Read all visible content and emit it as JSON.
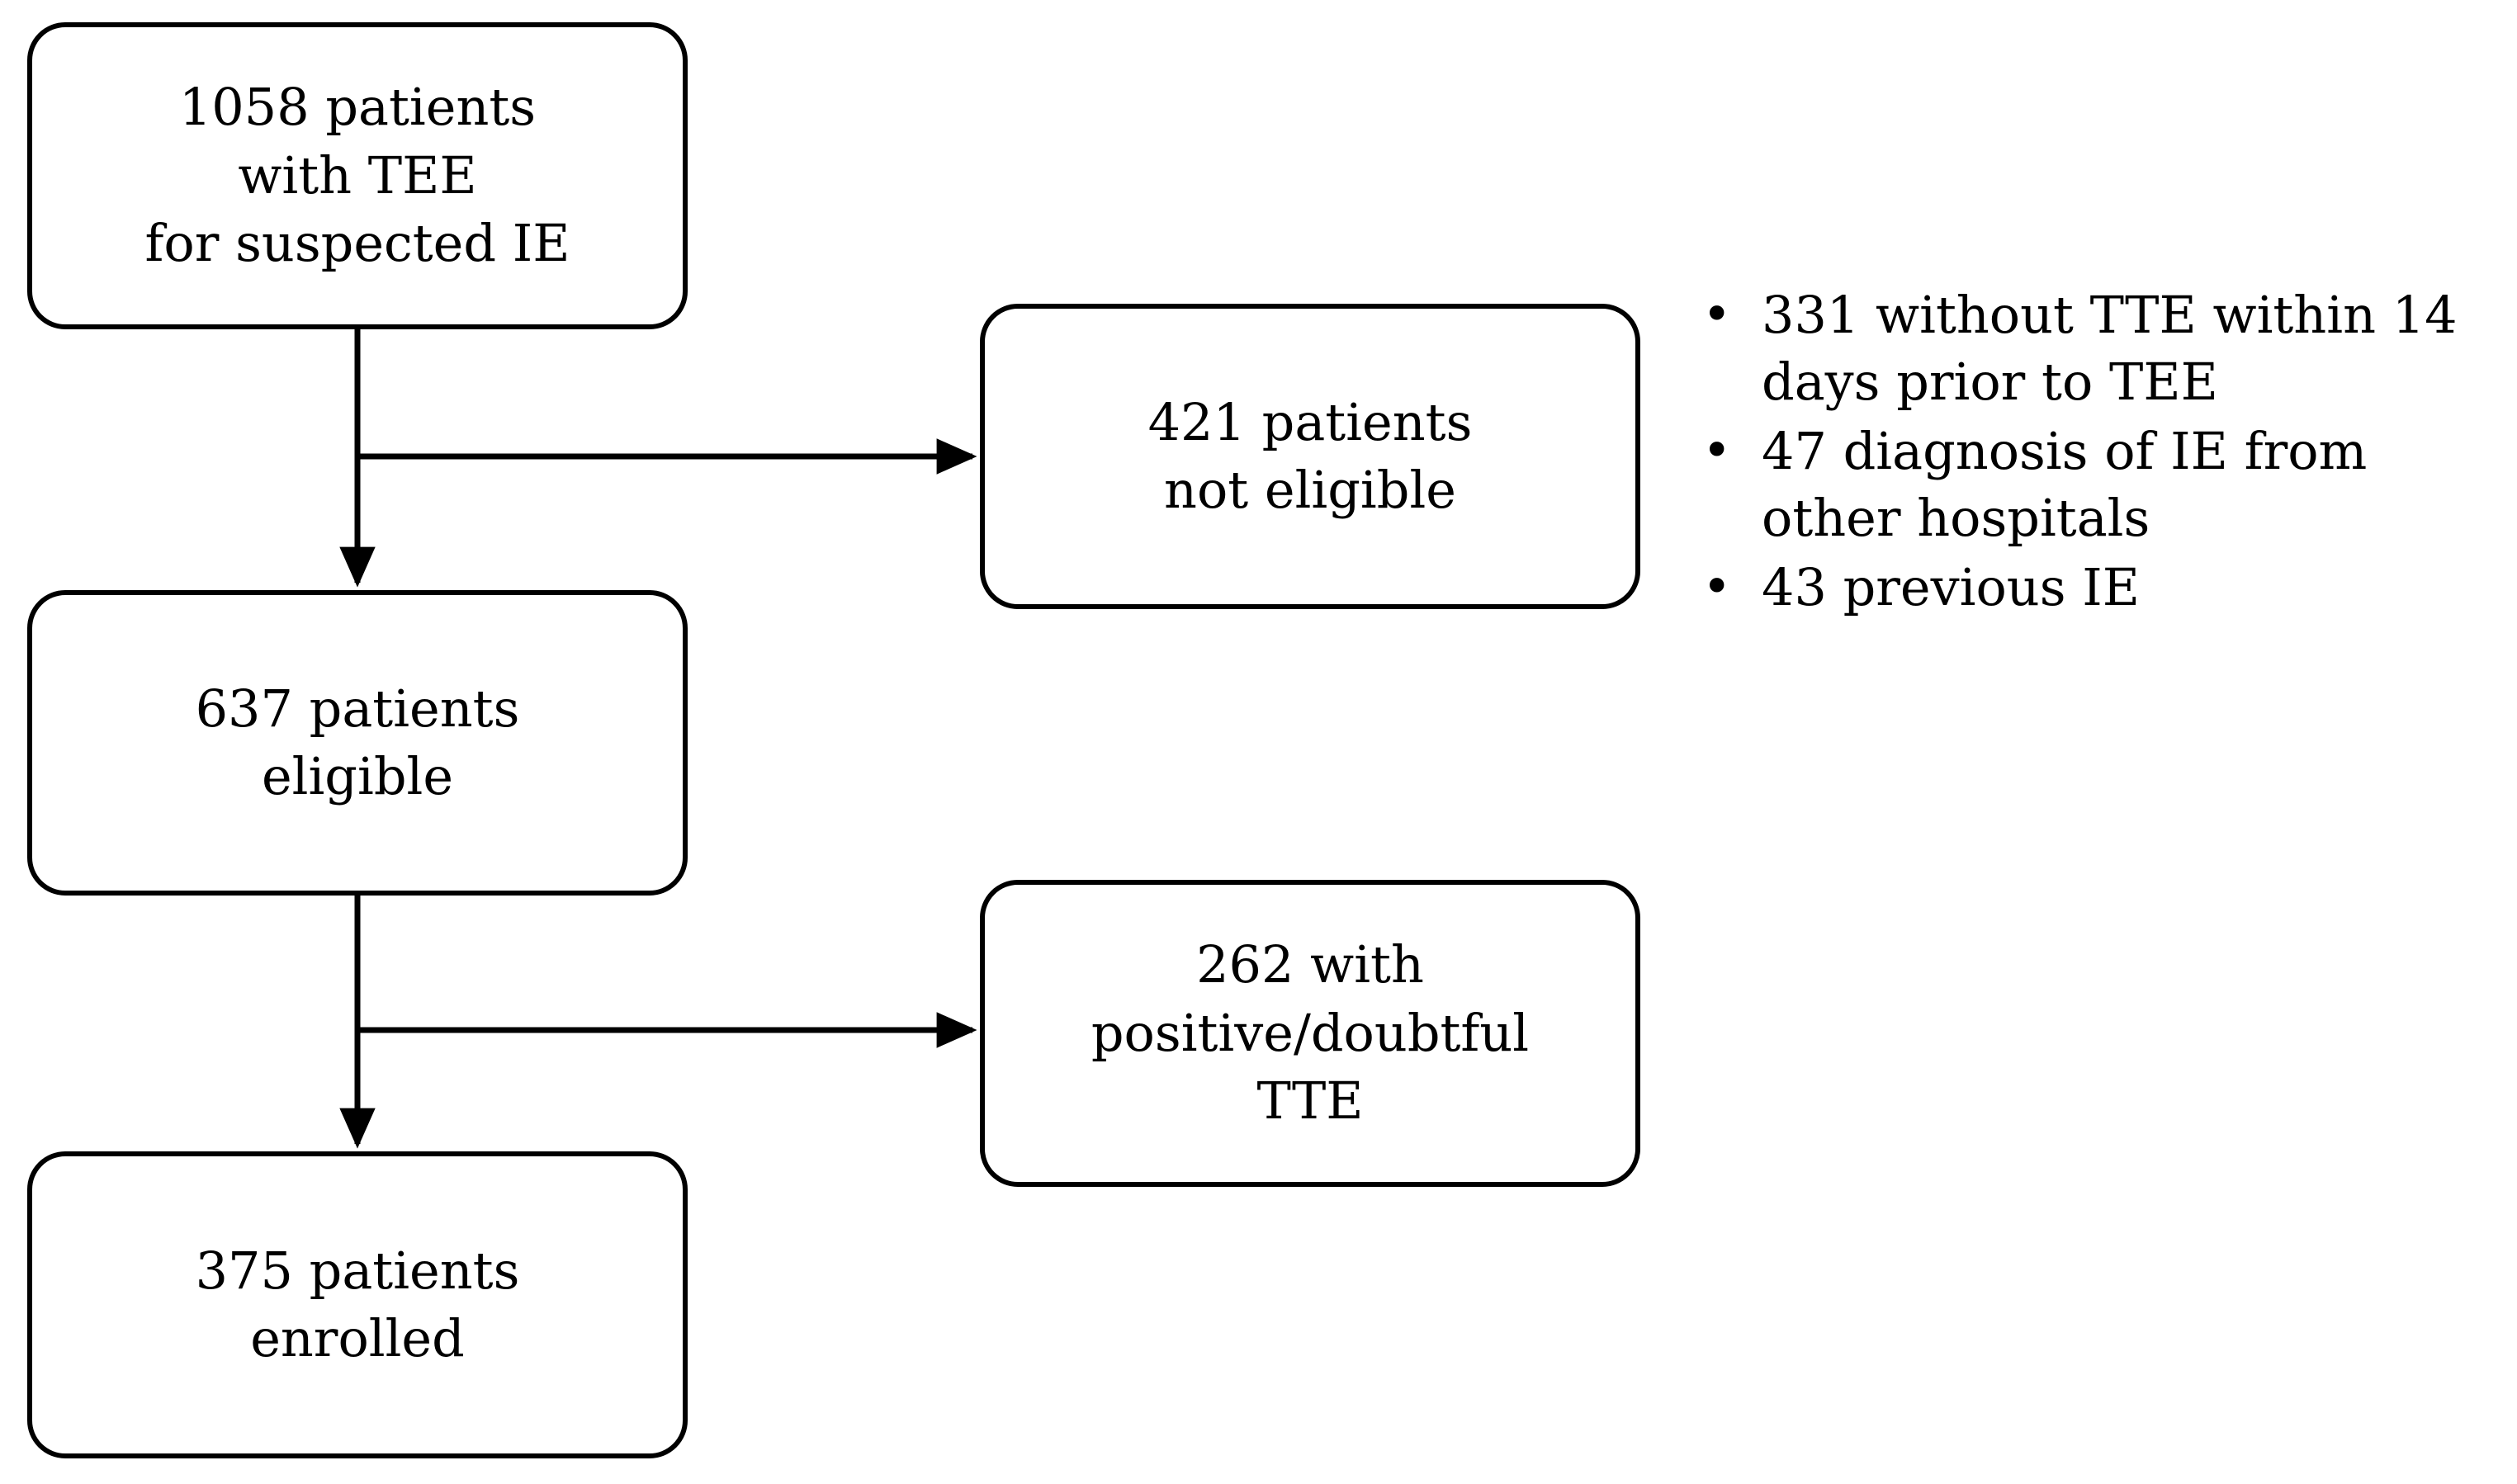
{
  "figure": {
    "type": "patient-flow-diagram",
    "orientation": "top-to-bottom",
    "stroke_color": "#000000",
    "background_color": "#ffffff"
  },
  "nodes": {
    "screened": {
      "label": "1058 patients\nwith TEE\nfor suspected IE",
      "count": 1058
    },
    "not_eligible": {
      "label": "421 patients\nnot eligible",
      "count": 421
    },
    "eligible": {
      "label": "637 patients\neligible",
      "count": 637
    },
    "positive_tte": {
      "label": "262 with\npositive/doubtful\nTTE",
      "count": 262
    },
    "enrolled": {
      "label": "375 patients\nenrolled",
      "count": 375
    }
  },
  "exclusions": {
    "bullet_glyph": "•",
    "items": [
      "331 without TTE within 14 days prior to TEE",
      "47 diagnosis of IE from other hospitals",
      "43 previous IE"
    ]
  },
  "connectors": [
    {
      "name": "screened-to-eligible",
      "kind": "vertical-arrow"
    },
    {
      "name": "screened-to-not-eligible",
      "kind": "horizontal-branch-arrow"
    },
    {
      "name": "eligible-to-enrolled",
      "kind": "vertical-arrow"
    },
    {
      "name": "eligible-to-positive-tte",
      "kind": "horizontal-branch-arrow"
    }
  ]
}
